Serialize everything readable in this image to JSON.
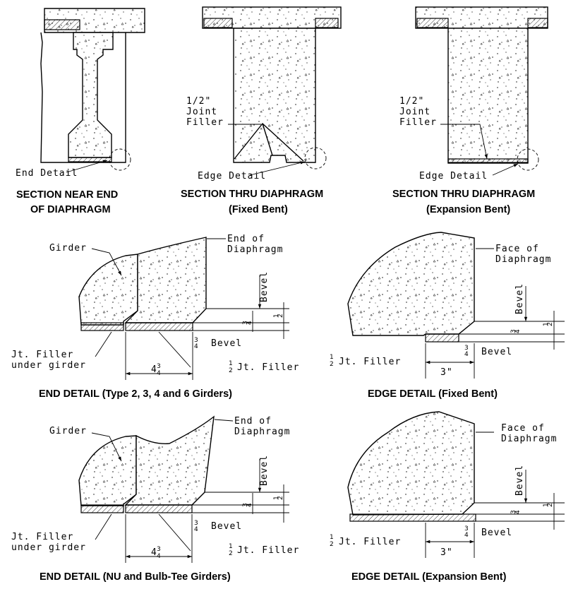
{
  "views": {
    "sec_near_end": {
      "callout": "End Detail",
      "caption_1": "SECTION NEAR END",
      "caption_2": "OF DIAPHRAGM"
    },
    "sec_fixed": {
      "joint_1": "1/2\"",
      "joint_2": "Joint",
      "joint_3": "Filler",
      "callout": "Edge Detail",
      "caption_1": "SECTION THRU DIAPHRAGM",
      "caption_2": "(Fixed Bent)"
    },
    "sec_expansion": {
      "joint_1": "1/2\"",
      "joint_2": "Joint",
      "joint_3": "Filler",
      "callout": "Edge Detail",
      "caption_1": "SECTION THRU DIAPHRAGM",
      "caption_2": "(Expansion Bent)"
    },
    "end_detail_1": {
      "girder": "Girder",
      "end_1": "End of",
      "end_2": "Diaphragm",
      "bevel_v": "Bevel",
      "bevel_h": "Bevel",
      "jt_1": "Jt. Filler",
      "jt_2": "under girder",
      "jt_filler": "Jt. Filler",
      "dim_whole": "4",
      "caption": "END DETAIL (Type 2, 3, 4 and 6 Girders)"
    },
    "edge_fixed": {
      "face_1": "Face of",
      "face_2": "Diaphragm",
      "bevel_v": "Bevel",
      "bevel_h": "Bevel",
      "jt_filler": "Jt. Filler",
      "dim": "3\"",
      "caption": "EDGE DETAIL (Fixed Bent)"
    },
    "end_detail_2": {
      "girder": "Girder",
      "end_1": "End of",
      "end_2": "Diaphragm",
      "bevel_v": "Bevel",
      "bevel_h": "Bevel",
      "jt_1": "Jt. Filler",
      "jt_2": "under girder",
      "jt_filler": "Jt. Filler",
      "dim_whole": "4",
      "caption": "END DETAIL (NU and Bulb-Tee Girders)"
    },
    "edge_expansion": {
      "face_1": "Face of",
      "face_2": "Diaphragm",
      "bevel_v": "Bevel",
      "bevel_h": "Bevel",
      "jt_filler": "Jt. Filler",
      "dim": "3\"",
      "caption": "EDGE DETAIL (Expansion Bent)"
    }
  },
  "fractions": {
    "three_quarter_num": "3",
    "three_quarter_den": "4",
    "half_num": "1",
    "half_den": "2",
    "inch": "\""
  }
}
